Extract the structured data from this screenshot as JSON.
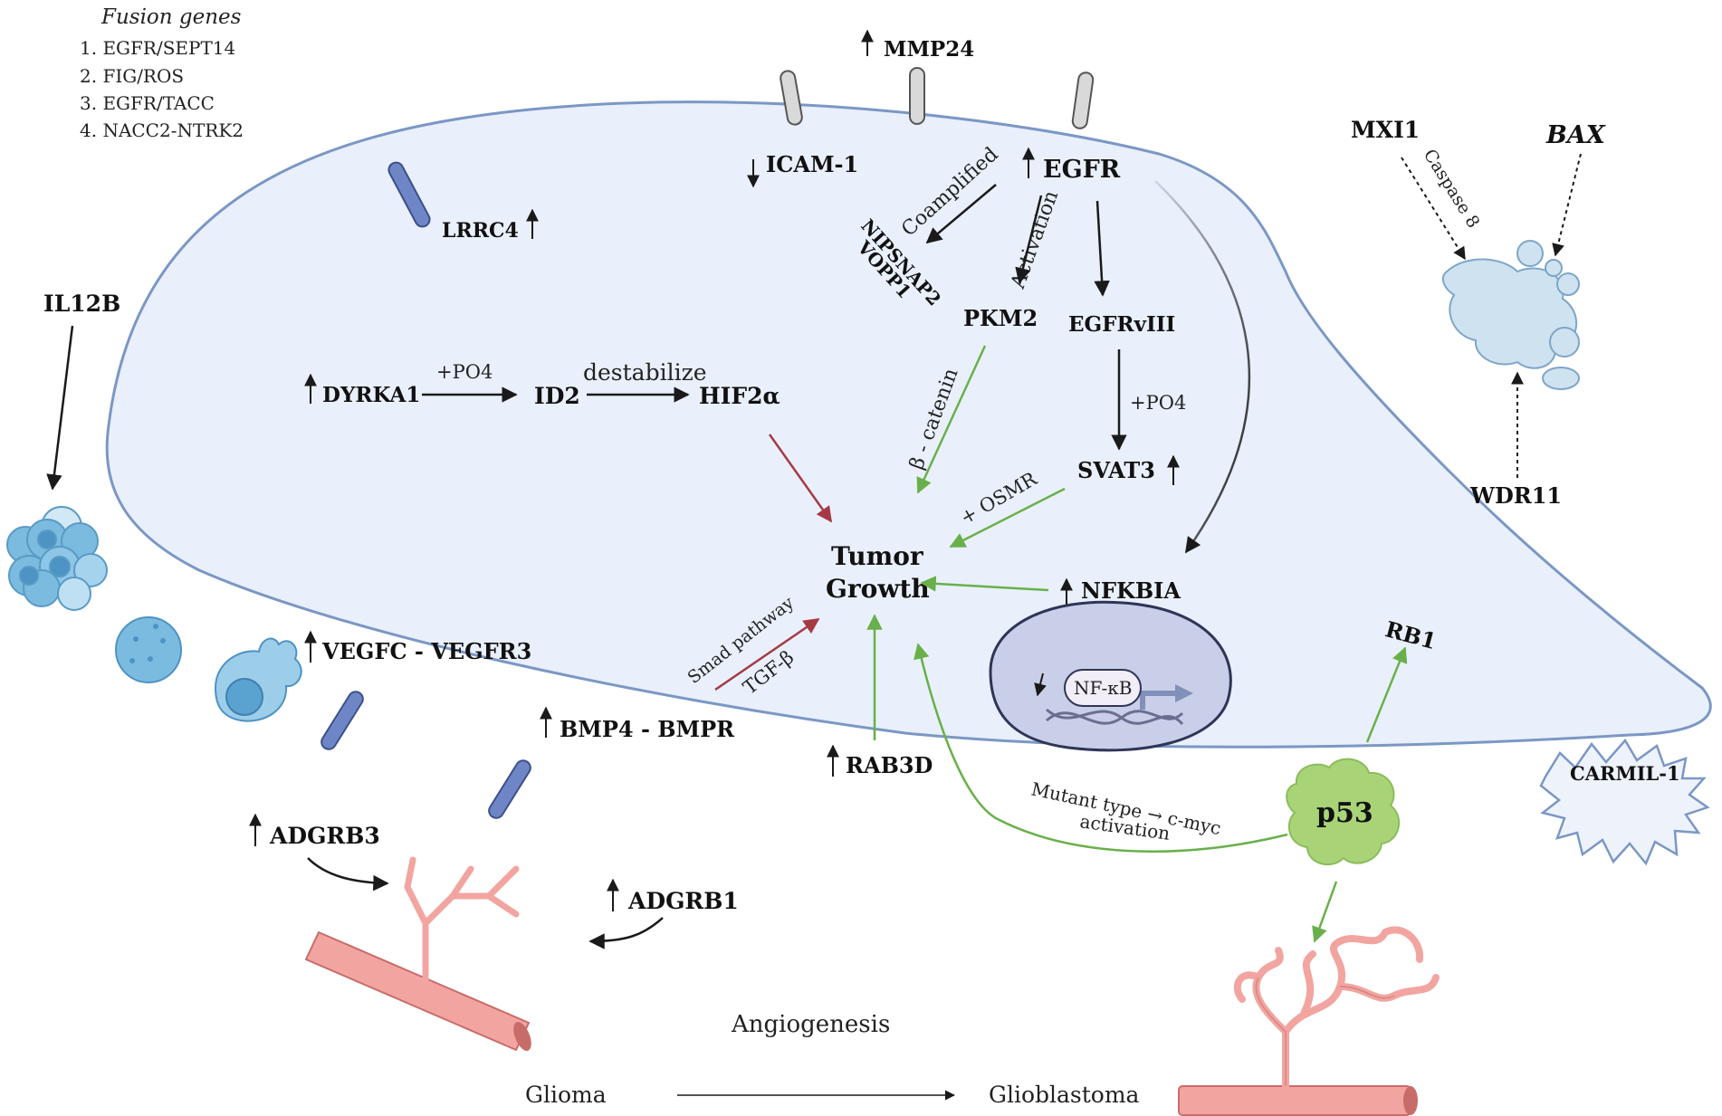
{
  "fusion": {
    "title": "Fusion genes",
    "items": [
      "1.  EGFR/SEPT14",
      "2.  FIG/ROS",
      "3.  EGFR/TACC",
      "4.  NACC2-NTRK2"
    ]
  },
  "labels": {
    "mmp24": "MMP24",
    "icam1": "ICAM-1",
    "egfr": "EGFR",
    "lrrc4": "LRRC4",
    "coamplified": "Coamplified",
    "activation": "Activation",
    "nipsnap2": "NIPSNAP2",
    "vopp1": "VOPP1",
    "pkm2": "PKM2",
    "egfrviii": "EGFRvIII",
    "il12b": "IL12B",
    "dyrka1": "DYRKA1",
    "po4_a": "+PO4",
    "id2": "ID2",
    "destabilize": "destabilize",
    "hif2a": "HIF2α",
    "bcatenin": "β - catenin",
    "po4_b": "+PO4",
    "svat3": "SVAT3",
    "osmr": "+ OSMR",
    "tumor": "Tumor",
    "growth": "Growth",
    "nfkbia": "NFKBIA",
    "nfkb": "NF-κB",
    "vegfc": "VEGFC - VEGFR3",
    "smad": "Smad pathway",
    "tgfb": "TGF-β",
    "bmp4": "BMP4 - BMPR",
    "rab3d": "RAB3D",
    "rb1": "RB1",
    "mutant": "Mutant type → c-myc",
    "activation2": "activation",
    "p53": "p53",
    "carmil": "CARMIL-1",
    "mxi1": "MXI1",
    "caspase": "Caspase 8",
    "bax": "BAX",
    "wdr11": "WDR11",
    "adgrb3": "ADGRB3",
    "adgrb1": "ADGRB1",
    "angio": "Angiogenesis",
    "glioma": "Glioma",
    "gbm": "Glioblastoma"
  },
  "colors": {
    "cell_fill": "#e9f0fb",
    "cell_stroke": "#7b97c4",
    "receptor": "#6f86c6",
    "green_arrow": "#69b04b",
    "red_arrow": "#a53a45",
    "vessel": "#f2a5a0",
    "nucleus": "#c9cfe8",
    "p53": "#a8d477"
  },
  "icons": [
    "receptor-icon",
    "apoptotic-cell-icon",
    "immune-cluster-icon",
    "macrophage-icon",
    "vessel-icon",
    "dna-icon",
    "star-burst-icon"
  ]
}
